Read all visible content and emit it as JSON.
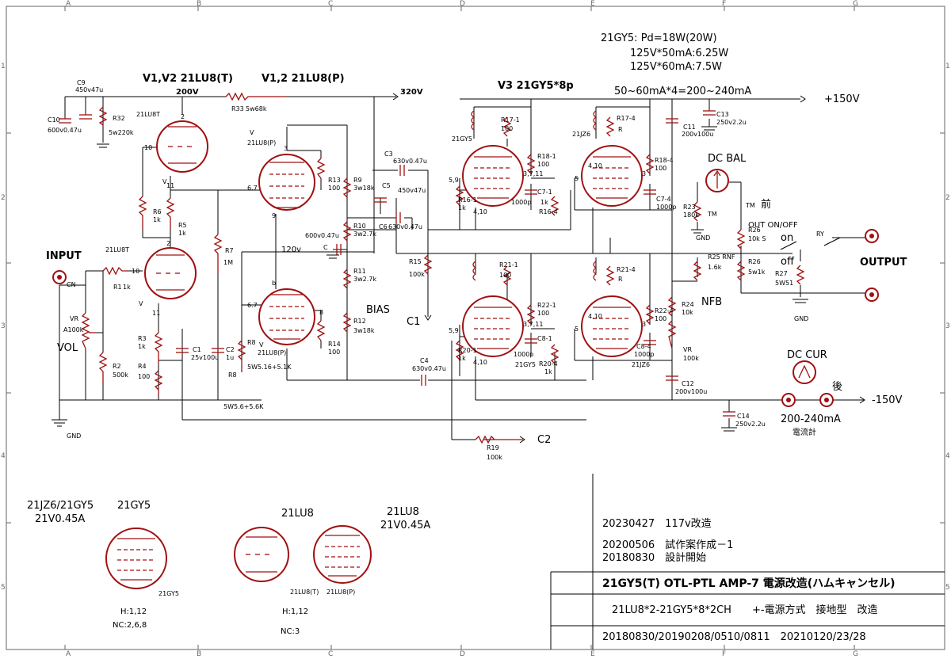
{
  "border": {
    "cols": [
      "A",
      "B",
      "C",
      "D",
      "E",
      "F",
      "G"
    ],
    "rows": [
      "1",
      "2",
      "3",
      "4",
      "5"
    ]
  },
  "header": {
    "pd_line1": "21GY5: Pd=18W(20W)",
    "pd_line2": "125V*50mA:6.25W",
    "pd_line3": "125V*60mA:7.5W",
    "current_sum": "50~60mA*4=200~240mA",
    "v12_t": "V1,V2 21LU8(T)",
    "v12_p": "V1,2 21LU8(P)",
    "v3": "V3 21GY5*8p",
    "v200": "200V",
    "v320": "320V",
    "plus150": "+150V",
    "minus150": "-150V",
    "v120": "120v"
  },
  "labels": {
    "input": "INPUT",
    "output": "OUTPUT",
    "vol": "VOL",
    "bias": "BIAS",
    "nfb": "NFB",
    "c1": "C1",
    "c2": "C2",
    "dc_bal": "DC BAL",
    "dc_cur": "DC CUR",
    "range": "200-240mA",
    "meter": "電流計",
    "front": "前",
    "rear": "後",
    "out_onoff": "OUT ON/OFF",
    "on": "on",
    "off": "off",
    "ry": "RY",
    "gnd": "GND",
    "cn": "CN",
    "tm": "TM",
    "v": "V",
    "c": "C"
  },
  "components": {
    "c9": "C9",
    "c9v": "450v47u",
    "c10": "C10",
    "c10v": "600v0.47u",
    "r32": "R32",
    "r32v": "5w220k",
    "r33": "R33",
    "r33v": "5w68k",
    "lu8t": "21LU8T",
    "lu8p": "21LU8(P)",
    "r6": "R6",
    "r6v": "1k",
    "r5": "R5",
    "r5v": "1k",
    "r7": "R7",
    "r7v": "1M",
    "r1": "R1",
    "r1v": "1k",
    "vr": "VR",
    "vrv": "A100k",
    "r2": "R2",
    "r2v": "500k",
    "r3": "R3",
    "r3v": "1k",
    "r4": "R4",
    "r4v": "100",
    "c1": "C1",
    "c1v": "25v100u",
    "c2": "C2",
    "c2v": "1u",
    "r8": "R8",
    "r8v": "5W5.16+5.1K",
    "r8b": "R8",
    "r8bv": "5W5.6+5.6K",
    "r13": "R13",
    "r13v": "100",
    "r14": "R14",
    "r14v": "100",
    "r9": "R9",
    "r9v": "3w18k",
    "r10": "R10",
    "r10v": "3w2.7k",
    "r11": "R11",
    "r11v": "3w2.7k",
    "r12": "R12",
    "r12v": "3w18k",
    "c3": "C3",
    "c3v": "630v0.47u",
    "c5": "C5",
    "c5v": "450v47u",
    "c6": "C6",
    "c6v": "630v0.47u",
    "c7": "600v0.47u",
    "c4": "C4",
    "c4v": "630v0.47u",
    "r15": "R15",
    "r15v": "100k",
    "r19": "R19",
    "r19v": "100k",
    "r171": "R17-1",
    "r171v": "100",
    "r181": "R18-1",
    "r181v": "100",
    "r161": "R16-1",
    "r161v": "1k",
    "c71": "C7-1",
    "c71v": "1000p",
    "r164": "R16-4",
    "r164v": "1k",
    "r174": "R17-4",
    "r174v": "R",
    "r184": "R18-4",
    "r184v": "100",
    "c74": "C7-4",
    "c74v": "1000p",
    "r211": "R21-1",
    "r211v": "100",
    "r221": "R22-1",
    "r221v": "100",
    "r201": "R20-1",
    "r201v": "1k",
    "c81": "C8-1",
    "c81v": "1000p",
    "r204": "R20-4",
    "r204v": "1k",
    "r214": "R21-4",
    "r214v": "R",
    "r224": "R22-4",
    "r224v": "100",
    "c84": "C8-4",
    "c84v": "1000p",
    "c11": "C11",
    "c11v": "200v100u",
    "c13": "C13",
    "c13v": "250v2.2u",
    "c12": "C12",
    "c12v": "200v100u",
    "c14": "C14",
    "c14v": "250v2.2u",
    "r23": "R23",
    "r23v": "180k",
    "r24": "R24",
    "r24v": "10k",
    "vr2": "VR",
    "vr2v": "100k",
    "r25": "R25 RNF",
    "r25v": "1.6k",
    "r26": "R26",
    "r26v": "10k S",
    "r26b": "R26",
    "r26bv": "5w1k",
    "r27": "R27",
    "r27v": "5W51",
    "t_21gy5": "21GY5",
    "t_21jz6": "21JZ6",
    "p6_7": "6.7",
    "p8": "8",
    "p10": "10",
    "p11": "11",
    "p2": "2",
    "p3": "3",
    "p9": "9",
    "p4_10": "4,10",
    "p5_9": "5,9",
    "p3_7_11": "3,7,11",
    "p5": "5",
    "pb": "b"
  },
  "legend": {
    "jz6_gy5": "21JZ6/21GY5",
    "heater1": "21V0.45A",
    "gy5": "21GY5",
    "lu8": "21LU8",
    "lu8b": "21LU8",
    "heater2": "21V0.45A",
    "h1": "H:1,12",
    "nc1": "NC:2,6,8",
    "h2": "H:1,12",
    "nc2": "NC:3",
    "lu8t": "21LU8(T)",
    "lu8p": "21LU8(P)",
    "gy5s": "21GY5"
  },
  "title_block": {
    "rev1": "20230427　117v改造",
    "rev2": "20200506　試作案作成－1",
    "rev3": "20180830　設計開始",
    "title": "21GY5(T) OTL-PTL AMP-7 電源改造(ハムキャンセル)",
    "spec": "21LU8*2-21GY5*8*2CH　　+-電源方式　接地型　改造",
    "dates": "20180830/20190208/0510/0811　20210120/23/28"
  }
}
